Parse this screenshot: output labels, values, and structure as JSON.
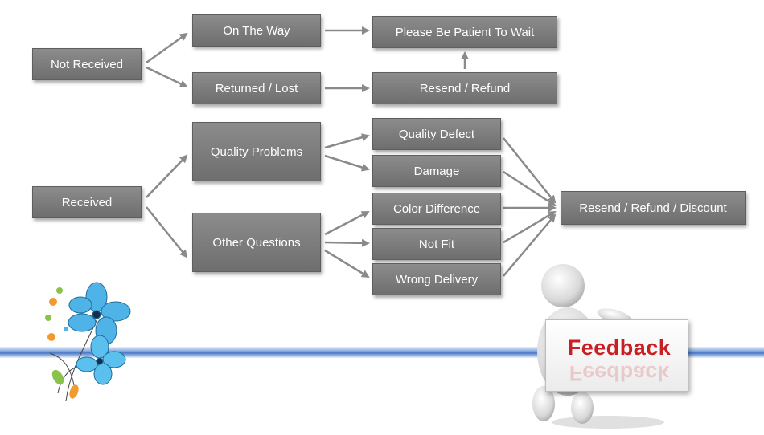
{
  "diagram": {
    "nodes": {
      "not_received": "Not Received",
      "on_the_way": "On The Way",
      "please_wait": "Please Be Patient To Wait",
      "returned_lost": "Returned / Lost",
      "resend_refund": "Resend / Refund",
      "received": "Received",
      "quality_problems": "Quality Problems",
      "other_questions": "Other Questions",
      "quality_defect": "Quality Defect",
      "damage": "Damage",
      "color_difference": "Color Difference",
      "not_fit": "Not Fit",
      "wrong_delivery": "Wrong Delivery",
      "resend_refund_discount": "Resend / Refund / Discount"
    },
    "edges": [
      [
        "not_received",
        "on_the_way"
      ],
      [
        "not_received",
        "returned_lost"
      ],
      [
        "on_the_way",
        "please_wait"
      ],
      [
        "returned_lost",
        "resend_refund"
      ],
      [
        "resend_refund",
        "please_wait"
      ],
      [
        "received",
        "quality_problems"
      ],
      [
        "received",
        "other_questions"
      ],
      [
        "quality_problems",
        "quality_defect"
      ],
      [
        "quality_problems",
        "damage"
      ],
      [
        "other_questions",
        "color_difference"
      ],
      [
        "other_questions",
        "not_fit"
      ],
      [
        "other_questions",
        "wrong_delivery"
      ],
      [
        "quality_defect",
        "resend_refund_discount"
      ],
      [
        "damage",
        "resend_refund_discount"
      ],
      [
        "color_difference",
        "resend_refund_discount"
      ],
      [
        "not_fit",
        "resend_refund_discount"
      ],
      [
        "wrong_delivery",
        "resend_refund_discount"
      ]
    ]
  },
  "feedback_card": {
    "label": "Feedback",
    "color": "#c81f24"
  },
  "colors": {
    "node_fill": "#7d7d7d",
    "arrow": "#8a8a8a",
    "divider": "#4d78c4"
  }
}
